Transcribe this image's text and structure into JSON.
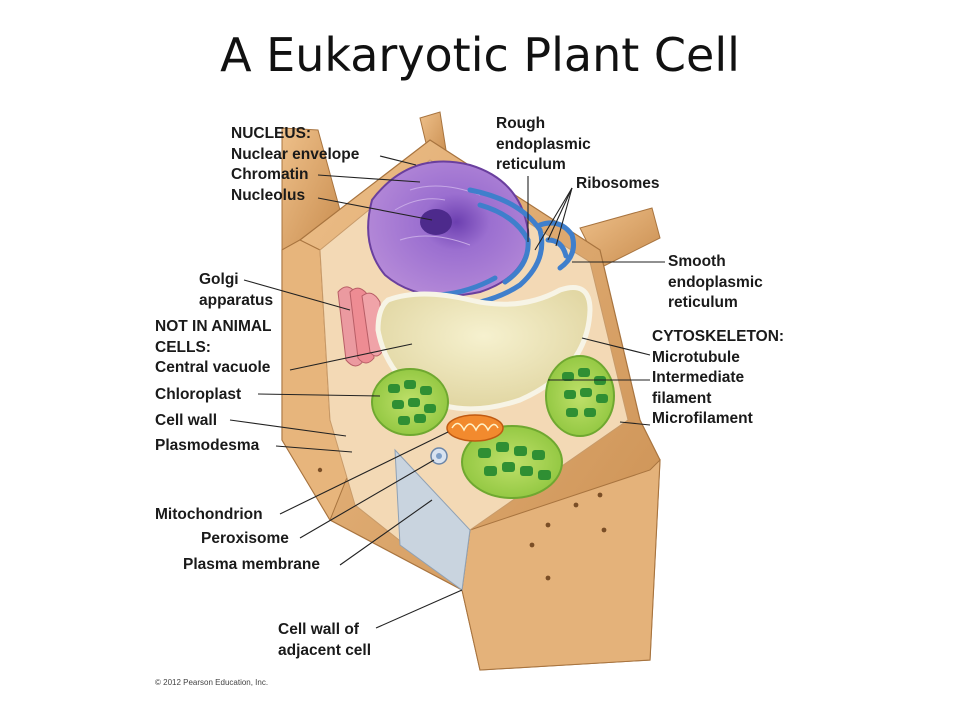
{
  "title": "A Eukaryotic Plant Cell",
  "labels": {
    "nucleus_header": "NUCLEUS:",
    "nuclear_envelope": "Nuclear envelope",
    "chromatin": "Chromatin",
    "nucleolus": "Nucleolus",
    "rough_er": [
      "Rough",
      "endoplasmic",
      "reticulum"
    ],
    "ribosomes": "Ribosomes",
    "smooth_er": [
      "Smooth",
      "endoplasmic",
      "reticulum"
    ],
    "golgi": [
      "Golgi",
      "apparatus"
    ],
    "not_in_animal": [
      "NOT IN ANIMAL",
      "CELLS:"
    ],
    "central_vacuole": "Central vacuole",
    "chloroplast": "Chloroplast",
    "cell_wall": "Cell wall",
    "plasmodesma": "Plasmodesma",
    "cytoskeleton_header": "CYTOSKELETON:",
    "microtubule": "Microtubule",
    "intermediate_filament": [
      "Intermediate",
      "filament"
    ],
    "microfilament": "Microfilament",
    "mitochondrion": "Mitochondrion",
    "peroxisome": "Peroxisome",
    "plasma_membrane": "Plasma membrane",
    "adjacent_wall": [
      "Cell wall of",
      "adjacent cell"
    ]
  },
  "copyright": "© 2012 Pearson Education, Inc.",
  "colors": {
    "cell_wall": "#d9a567",
    "cytoplasm": "#f2d6b0",
    "nucleus": "#8d63c0",
    "er": "#4a86d0",
    "golgi": "#e98a8f",
    "vacuole": "#e9e1b2",
    "chloroplast": "#3aa63a",
    "mitochondrion": "#f08a30"
  }
}
